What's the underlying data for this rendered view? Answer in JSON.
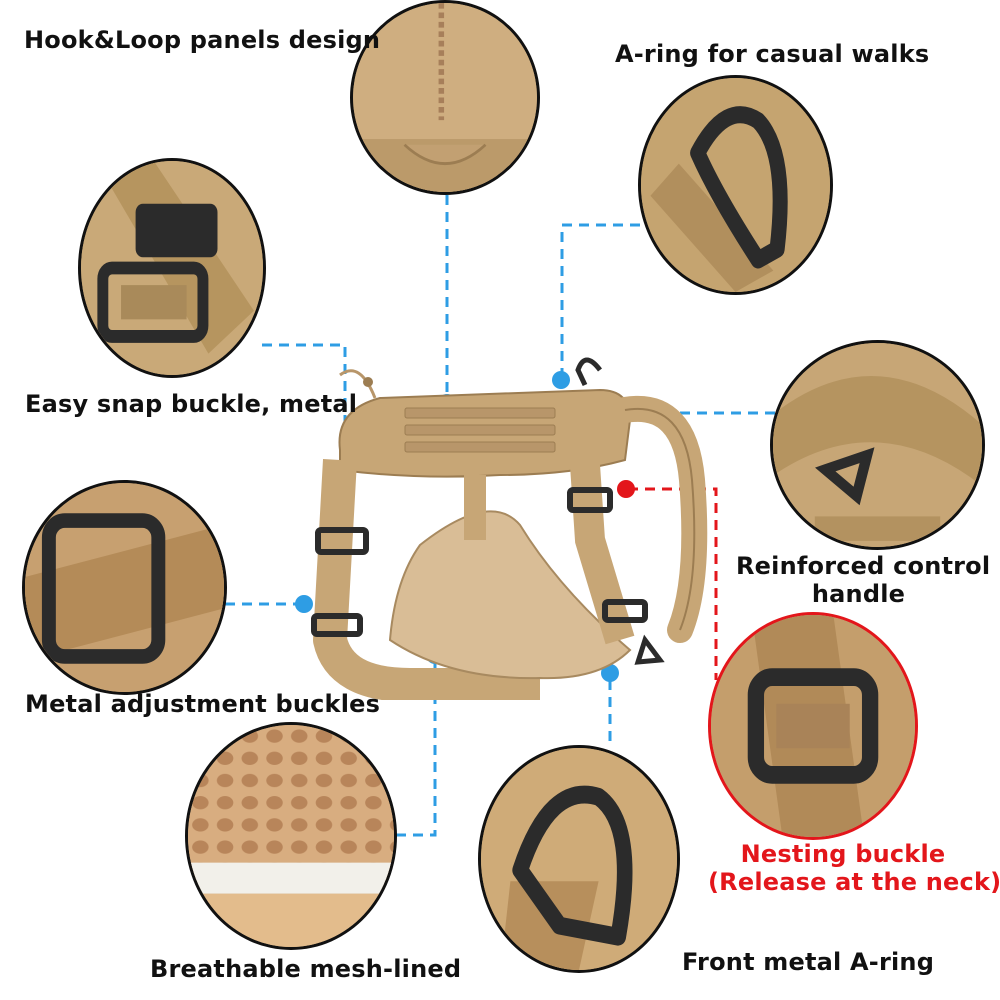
{
  "labels": {
    "hook_loop": "Hook&Loop panels design",
    "a_ring_casual": "A-ring for casual walks",
    "snap_buckle": "Easy snap buckle, metal",
    "control_handle_line1": "Reinforced control",
    "control_handle_line2": "handle",
    "adjust_buckles": "Metal adjustment buckles",
    "nesting_line1": "Nesting buckle",
    "nesting_line2": "(Release at the neck)",
    "mesh": "Breathable mesh-lined",
    "front_ring": "Front metal A-ring"
  },
  "colors": {
    "fabric": "#c7a676",
    "fabric_dark": "#9c7d52",
    "metal": "#2b2b2b",
    "guide_blue": "#2e9de4",
    "guide_red": "#e3161b",
    "text": "#111111",
    "text_red": "#e3161b"
  }
}
